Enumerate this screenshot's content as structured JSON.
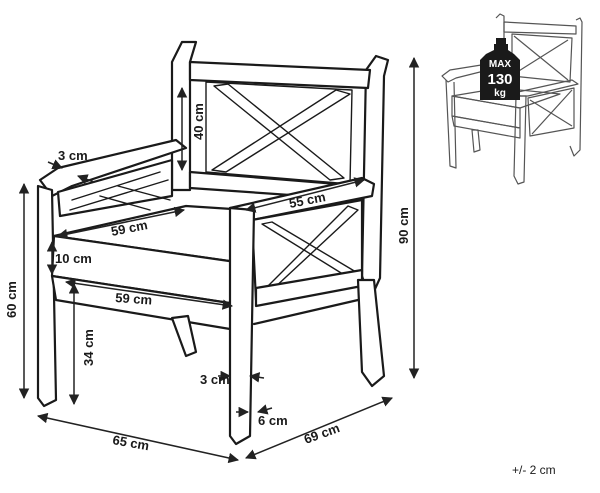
{
  "dimensions": {
    "armrest_thickness": "3 cm",
    "backrest_height": "40 cm",
    "seat_depth": "59 cm",
    "seat_width_top": "55 cm",
    "cushion_height": "10 cm",
    "seat_width_front": "59 cm",
    "arm_height": "60 cm",
    "seat_height": "34 cm",
    "total_height": "90 cm",
    "leg_width": "3 cm",
    "leg_depth": "6 cm",
    "total_width": "65 cm",
    "total_depth": "69 cm"
  },
  "badge": {
    "top": "MAX",
    "value": "130",
    "unit": "kg"
  },
  "tolerance": "+/- 2 cm"
}
